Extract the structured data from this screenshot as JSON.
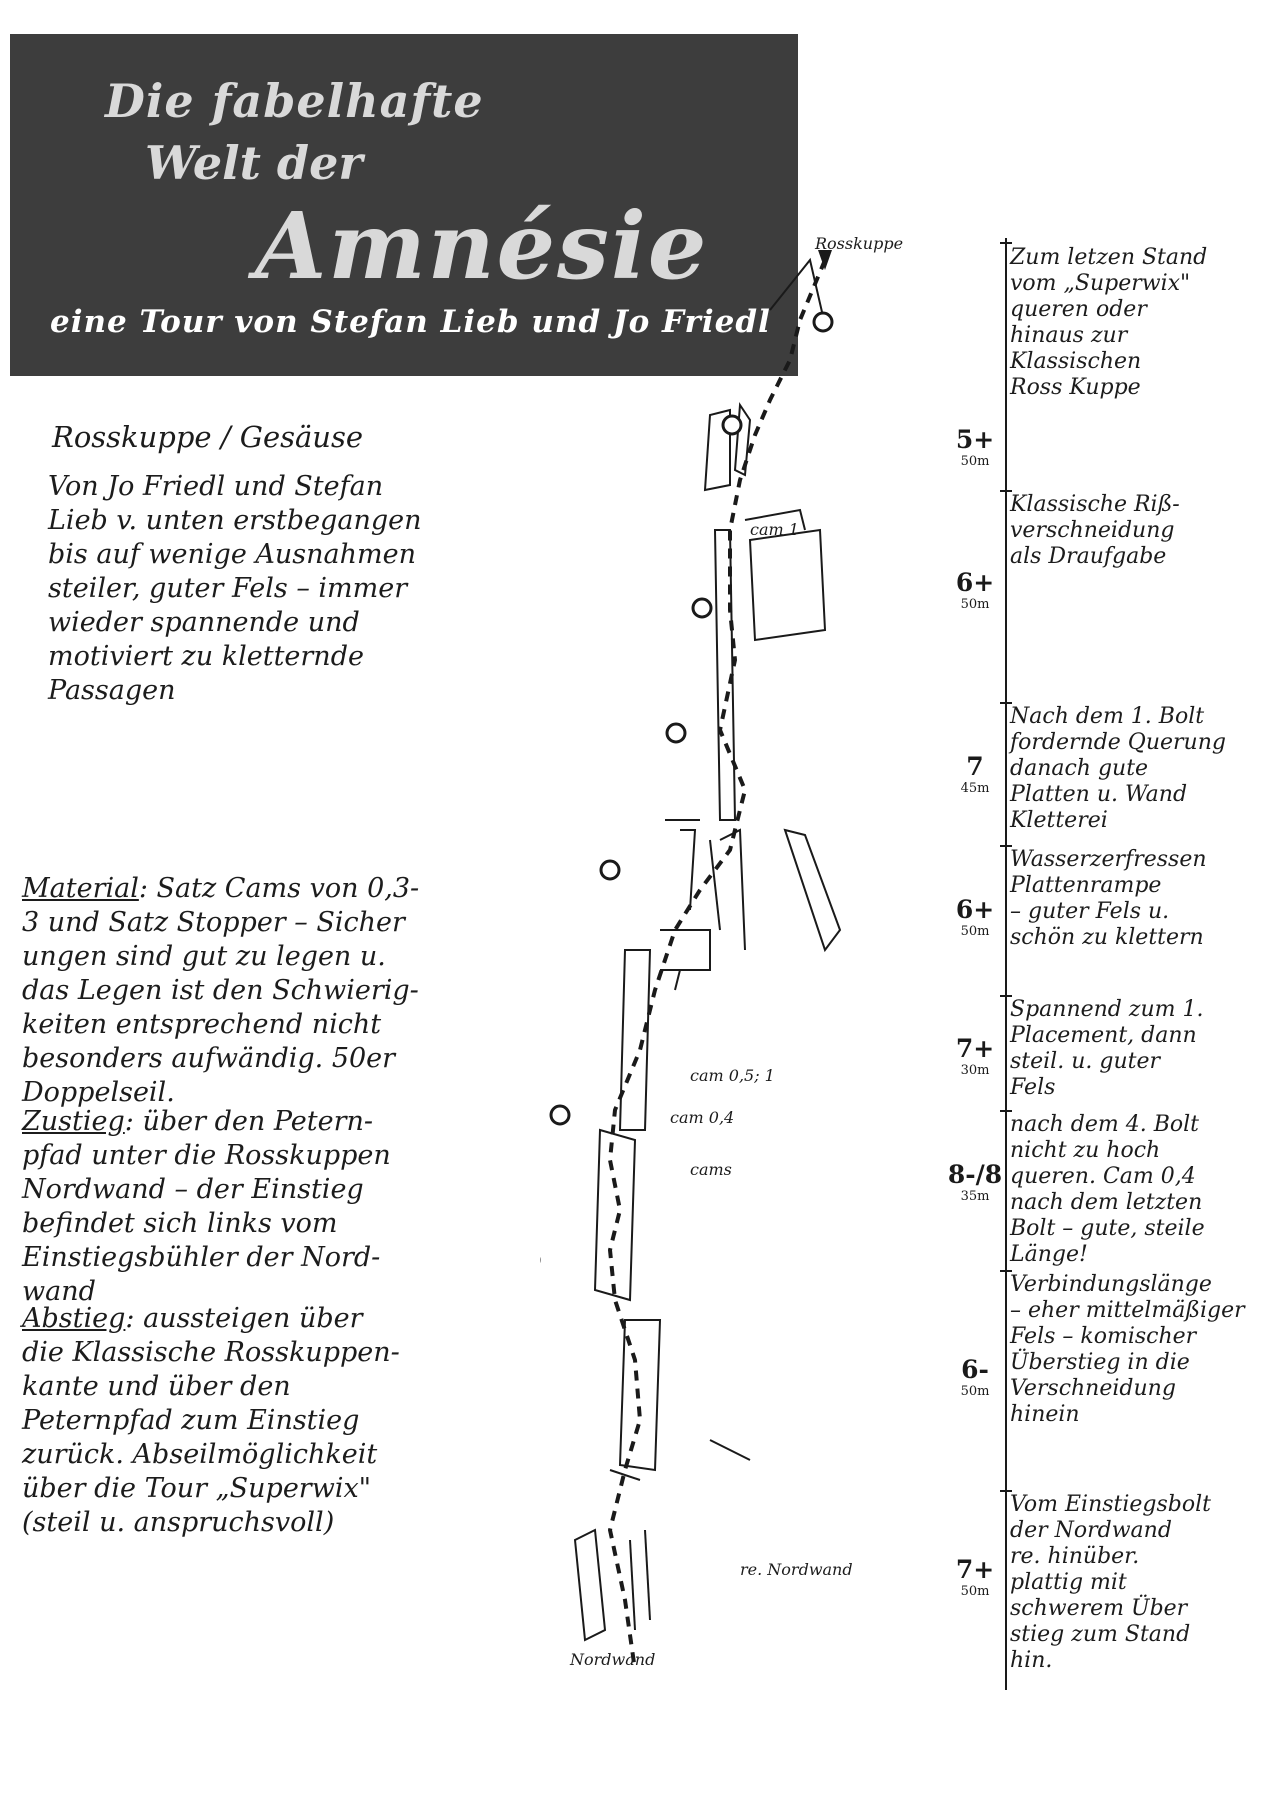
{
  "banner": {
    "title_line1": "Die fabelhafte",
    "title_line2": "Welt der",
    "title_line3": "Amnésie",
    "subtitle": "eine Tour von Stefan Lieb und Jo Friedl"
  },
  "location": "Rosskuppe / Gesäuse",
  "description": "Von Jo Friedl und Stefan\nLieb v. unten erstbegangen\nbis auf wenige Ausnahmen\nsteiler, guter Fels – immer\nwieder spannende und\nmotiviert zu kletternde\nPassagen",
  "material": {
    "label": "Material",
    "text": ": Satz Cams von 0,3-\n3 und Satz Stopper – Sicher\nungen sind gut zu legen u.\ndas Legen ist den Schwierig-\nkeiten entsprechend nicht\nbesonders aufwändig. 50er\nDoppelseil."
  },
  "zustieg": {
    "label": "Zustieg",
    "text": ": über den Petern-\npfad unter die Rosskuppen\nNordwand – der Einstieg\nbefindet sich links vom\nEinstiegsbühler der Nord-\nwand"
  },
  "abstieg": {
    "label": "Abstieg",
    "text": ": aussteigen über\ndie Klassische Rosskuppen-\nkante und über den\nPeternpfad zum Einstieg\nzurück. Abseilmöglichkeit\nüber die Tour „Superwix\"\n(steil u. anspruchsvoll)"
  },
  "topo": {
    "top_label": "Rosskuppe",
    "cam1": "cam 1",
    "cam051": "cam 0,5; 1",
    "cam04": "cam 0,4",
    "cams": "cams",
    "re_nordwand": "re. Nordwand",
    "nordwand": "Nordwand"
  },
  "pitches": [
    {
      "grade": "5+",
      "length": "50m",
      "desc": "Zum letzen Stand\nvom „Superwix\"\nqueren oder\nhinaus zur\nKlassischen\nRoss Kuppe"
    },
    {
      "grade": "6+",
      "length": "50m",
      "desc": "Klassische Riß-\nverschneidung\nals Draufgabe"
    },
    {
      "grade": "7",
      "length": "45m",
      "desc": "Nach dem 1. Bolt\nfordernde Querung\ndanach gute\nPlatten u. Wand\nKletterei"
    },
    {
      "grade": "6+",
      "length": "50m",
      "desc": "Wasserzerfressen\nPlattenrampe\n– guter Fels u.\nschön zu klettern"
    },
    {
      "grade": "7+",
      "length": "30m",
      "desc": "Spannend zum 1.\nPlacement, dann\nsteil. u. guter\nFels"
    },
    {
      "grade": "8-/8",
      "length": "35m",
      "desc": "nach dem 4. Bolt\nnicht zu hoch\nqueren. Cam 0,4\nnach dem letzten\nBolt – gute, steile\nLänge!"
    },
    {
      "grade": "6-",
      "length": "50m",
      "desc": "Verbindungslänge\n– eher mittelmäßiger\nFels – komischer\nÜberstieg in die\nVerschneidung\nhinein"
    },
    {
      "grade": "7+",
      "length": "50m",
      "desc": "Vom Einstiegsbolt\nder Nordwand\nre. hinüber.\nplattig mit\nschwerem Über\nstieg zum Stand\nhin."
    }
  ]
}
